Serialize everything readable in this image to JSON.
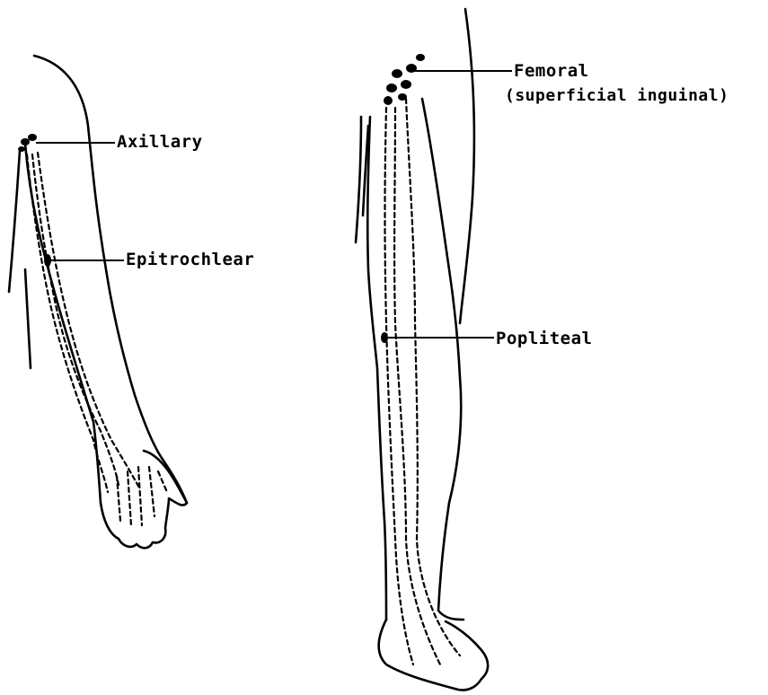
{
  "labels": {
    "axillary": "Axillary",
    "epitrochlear": "Epitrochlear",
    "femoral": "Femoral",
    "femoral_sub": "(superficial inguinal)",
    "popliteal": "Popliteal"
  },
  "colors": {
    "ink": "#000000",
    "paper": "#ffffff"
  }
}
